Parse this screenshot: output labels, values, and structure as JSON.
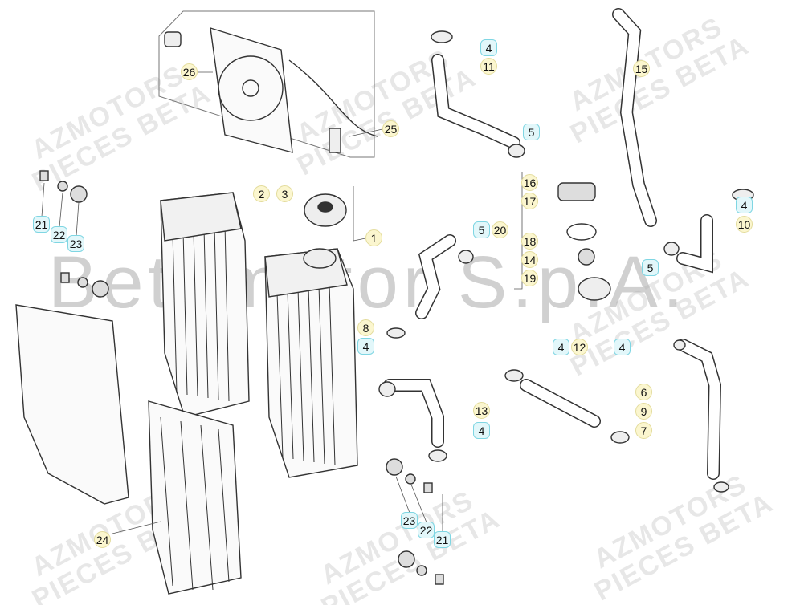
{
  "watermark": {
    "brand": "Betamotor S.p.A.",
    "line1": "AZMOTORS",
    "line2": "PIECES BETA"
  },
  "colors": {
    "callout_yellow": "#fbf6cf",
    "callout_blue": "#e2f7fa",
    "callout_blue_border": "#7fd6e3",
    "line": "#333333"
  },
  "callouts": [
    {
      "n": "26",
      "style": "yellow"
    },
    {
      "n": "4",
      "style": "blue"
    },
    {
      "n": "11",
      "style": "yellow"
    },
    {
      "n": "15",
      "style": "yellow"
    },
    {
      "n": "25",
      "style": "yellow"
    },
    {
      "n": "5",
      "style": "blue"
    },
    {
      "n": "16",
      "style": "yellow"
    },
    {
      "n": "17",
      "style": "yellow"
    },
    {
      "n": "4",
      "style": "blue"
    },
    {
      "n": "10",
      "style": "yellow"
    },
    {
      "n": "2",
      "style": "yellow"
    },
    {
      "n": "3",
      "style": "yellow"
    },
    {
      "n": "1",
      "style": "yellow"
    },
    {
      "n": "5",
      "style": "blue"
    },
    {
      "n": "20",
      "style": "yellow"
    },
    {
      "n": "18",
      "style": "yellow"
    },
    {
      "n": "14",
      "style": "yellow"
    },
    {
      "n": "19",
      "style": "yellow"
    },
    {
      "n": "5",
      "style": "blue"
    },
    {
      "n": "21",
      "style": "blue"
    },
    {
      "n": "22",
      "style": "blue"
    },
    {
      "n": "23",
      "style": "blue"
    },
    {
      "n": "8",
      "style": "yellow"
    },
    {
      "n": "4",
      "style": "blue"
    },
    {
      "n": "4",
      "style": "blue"
    },
    {
      "n": "12",
      "style": "yellow"
    },
    {
      "n": "4",
      "style": "blue"
    },
    {
      "n": "6",
      "style": "yellow"
    },
    {
      "n": "9",
      "style": "yellow"
    },
    {
      "n": "7",
      "style": "yellow"
    },
    {
      "n": "13",
      "style": "yellow"
    },
    {
      "n": "4",
      "style": "blue"
    },
    {
      "n": "24",
      "style": "yellow"
    },
    {
      "n": "23",
      "style": "blue"
    },
    {
      "n": "22",
      "style": "blue"
    },
    {
      "n": "21",
      "style": "blue"
    }
  ]
}
